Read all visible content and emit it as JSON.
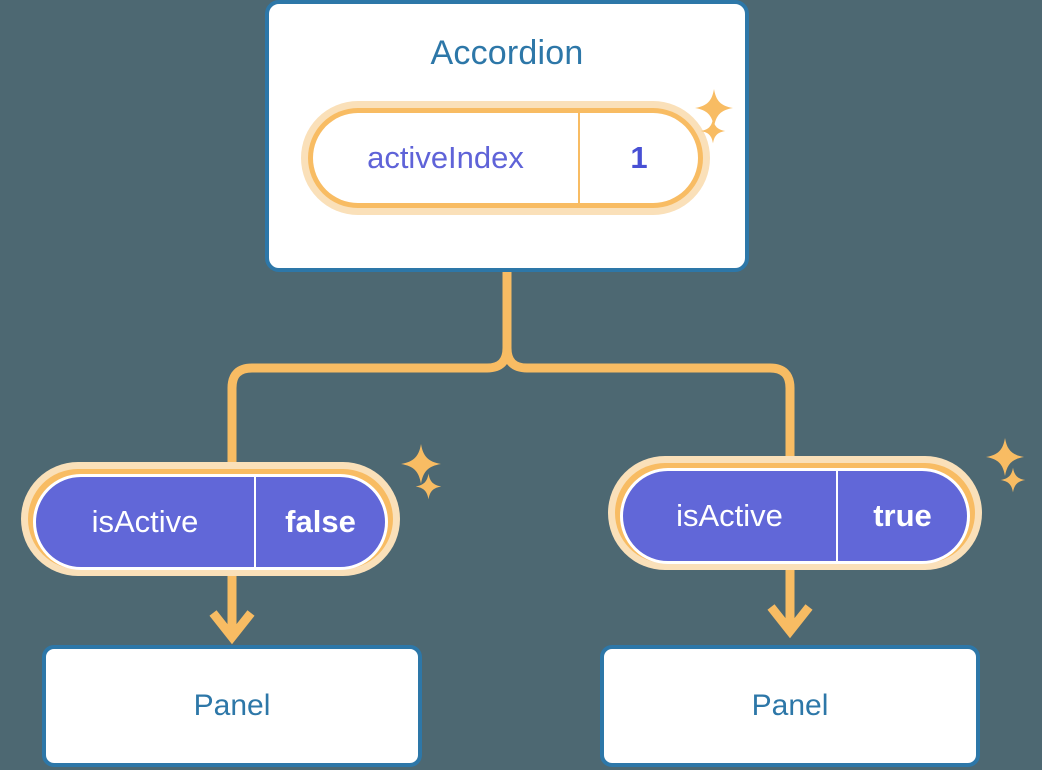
{
  "diagram": {
    "type": "component-state-tree",
    "background_color": "#4d6872",
    "accent_blue": "#2d77a8",
    "accent_orange": "#f8bc63",
    "accent_orange_light": "#fae0b9",
    "accent_purple": "#6167d8",
    "root": {
      "title": "Accordion",
      "state": {
        "key": "activeIndex",
        "value": "1"
      }
    },
    "children": [
      {
        "state": {
          "key": "isActive",
          "value": "false"
        },
        "panel_label": "Panel"
      },
      {
        "state": {
          "key": "isActive",
          "value": "true"
        },
        "panel_label": "Panel"
      }
    ],
    "icons": {
      "sparkle_large": "sparkle-icon",
      "sparkle_small": "sparkle-small-icon",
      "arrow": "arrow-down-icon"
    }
  }
}
